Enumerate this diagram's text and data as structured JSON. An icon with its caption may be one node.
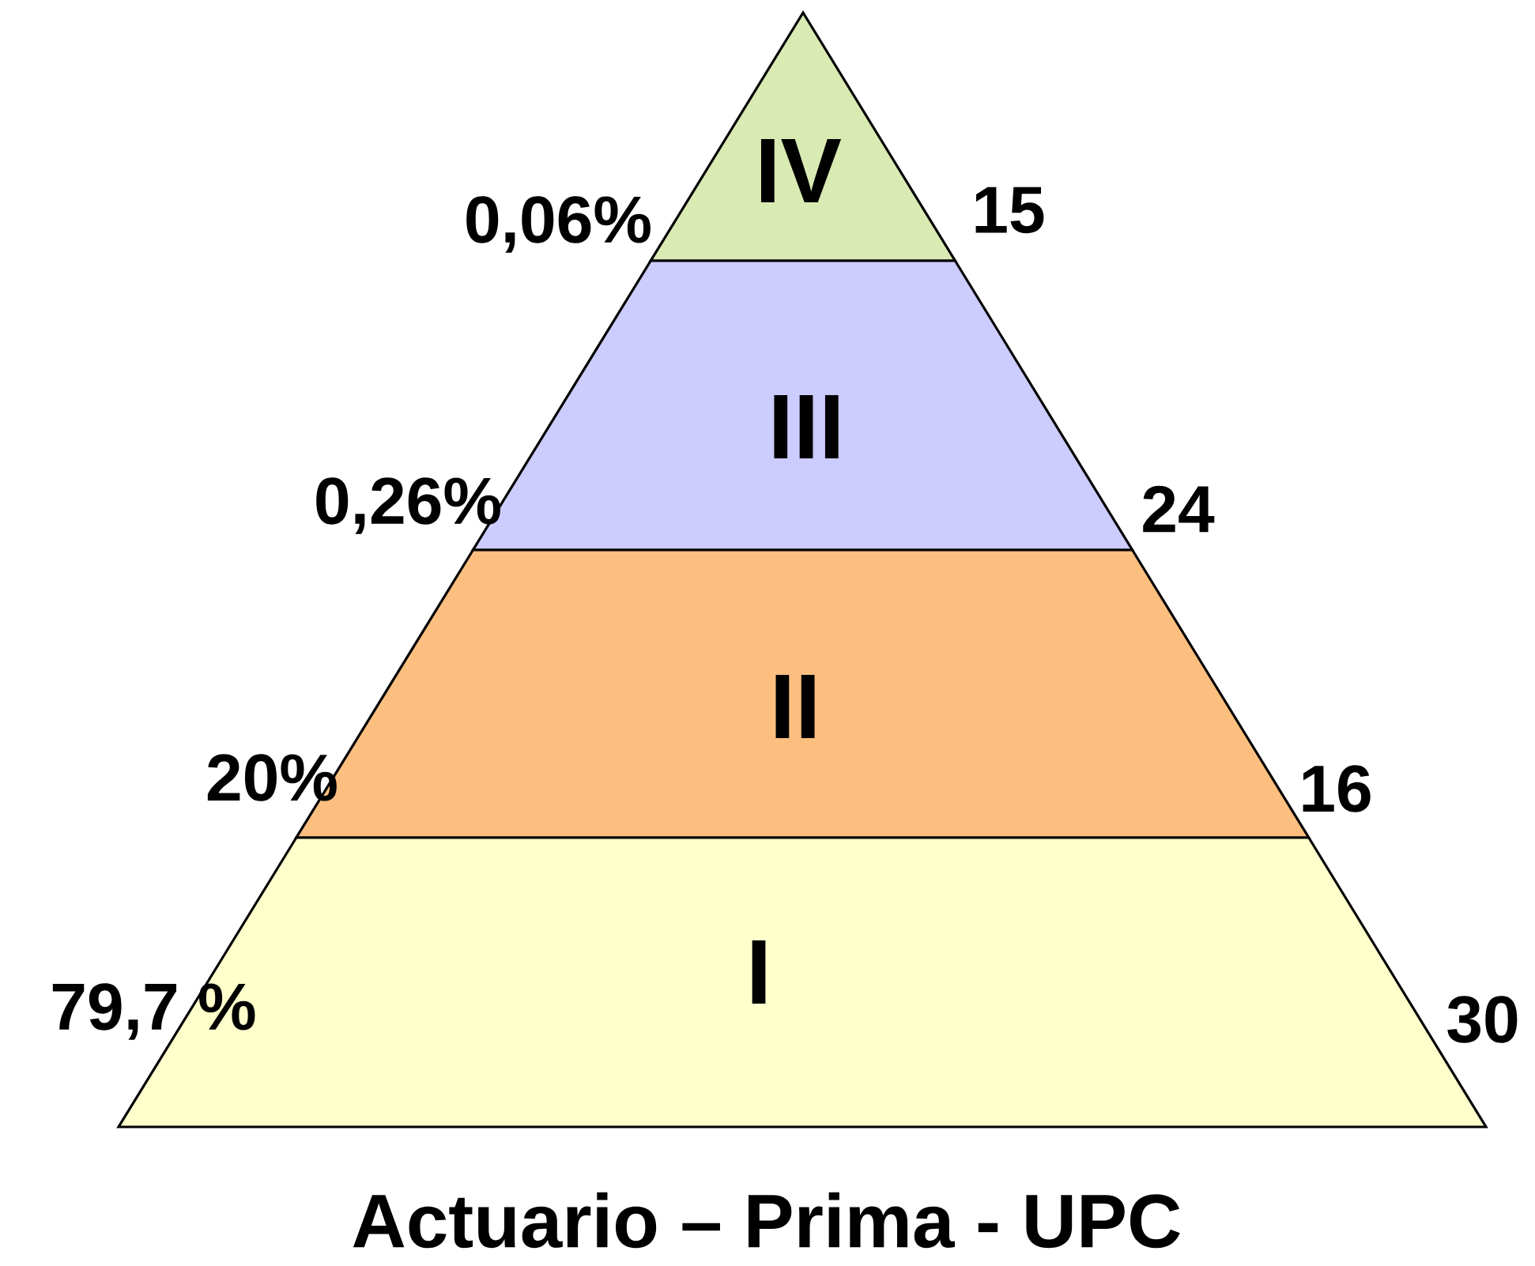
{
  "diagram": {
    "caption": "Actuario – Prima - UPC",
    "nodes": [
      {
        "text": [
          "IV"
        ],
        "beside": [
          "0,06%",
          "15"
        ]
      },
      {
        "text": [
          "III"
        ],
        "beside": [
          "0,26%",
          "24"
        ]
      },
      {
        "text": [
          "II"
        ],
        "beside": [
          "20%",
          "16"
        ]
      },
      {
        "text": [
          "I"
        ],
        "beside": [
          "79,7 %",
          "30"
        ]
      }
    ]
  }
}
